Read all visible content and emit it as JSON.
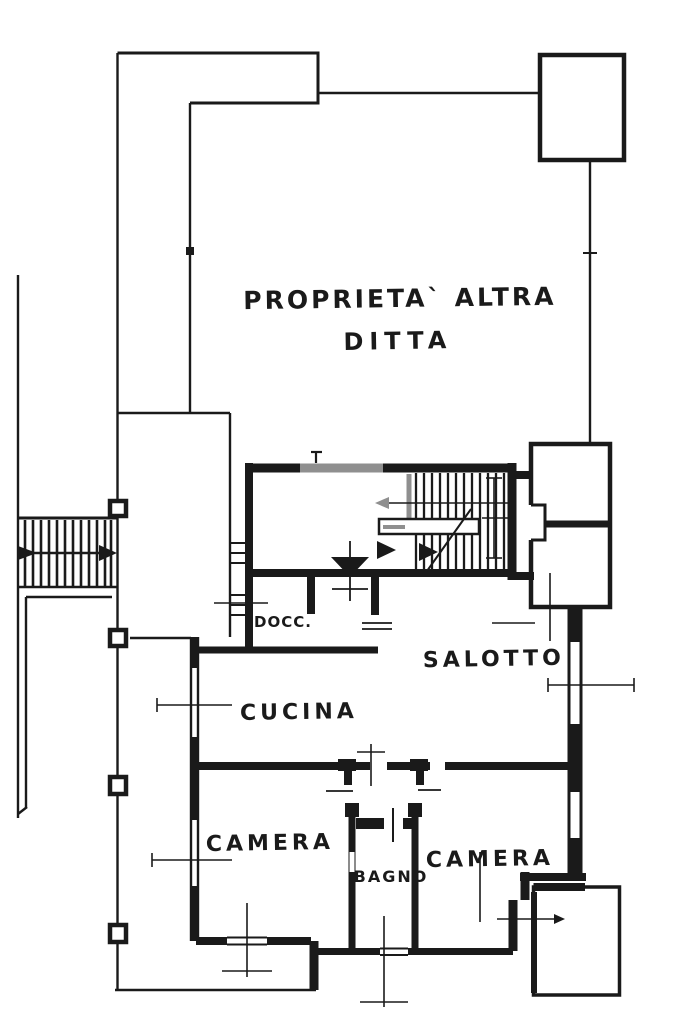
{
  "document": {
    "type": "scanned architectural floor plan",
    "language": "Italian"
  },
  "colors": {
    "ink": "#1a1a1a",
    "paper": "#ffffff",
    "faded_ink": "#8f8f8f"
  },
  "areas": {
    "property_note": {
      "line1": "PROPRIETA` ALTRA",
      "line2": "DITTA"
    },
    "rooms": [
      {
        "name": "shower-room",
        "label": "DOCC."
      },
      {
        "name": "living-room",
        "label": "SALOTTO"
      },
      {
        "name": "kitchen",
        "label": "CUCINA"
      },
      {
        "name": "bedroom-left",
        "label": "CAMERA"
      },
      {
        "name": "bathroom",
        "label": "BAGNO"
      },
      {
        "name": "bedroom-right",
        "label": "CAMERA"
      }
    ]
  },
  "symbols": {
    "external_staircase": "hatched stair with direction arrow",
    "internal_staircase": "hatched stair with landing and direction arrows",
    "entrance_marker": "solid triangle pointing into dwelling",
    "pillars": 4,
    "window_marker": "double parallel lines with dimension tick"
  }
}
